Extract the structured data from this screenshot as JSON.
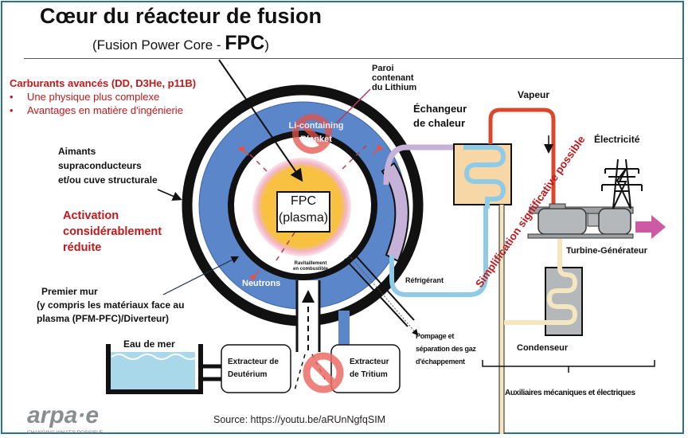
{
  "header": {
    "title": "Cœur du réacteur de fusion",
    "subtitle_prefix": "(Fusion Power Core - ",
    "subtitle_acronym": "FPC",
    "subtitle_suffix": ")"
  },
  "left_notes": {
    "fuels_heading": "Carburants avancés (DD, D3He, p11B)",
    "fuels_bullets": [
      "Une physique plus complexe",
      "Avantages en matière d'ingénierie"
    ],
    "magnets_label": [
      "Aimants",
      "supraconducteurs",
      "et/ou cuve structurale"
    ],
    "activation_label": [
      "Activation",
      "considérablement",
      "réduite"
    ],
    "first_wall_label": [
      "Premier mur",
      "(y compris les matériaux face au",
      "plasma (PFM-PFC)/Diverteur)"
    ]
  },
  "core": {
    "plasma_label_line1": "FPC",
    "plasma_label_line2": "(plasma)",
    "blanket_label_line1": "Li-containing",
    "blanket_label_line2": "Blanket",
    "neutrons_label": "Neutrons",
    "refuel_label_line1": "Ravitaillement",
    "refuel_label_line2": "en combustible",
    "lithium_wall_label": [
      "Paroi",
      "contenant",
      "du Lithium"
    ]
  },
  "plant": {
    "heat_exchanger_label": [
      "Échangeur",
      "de chaleur"
    ],
    "steam_label": "Vapeur",
    "electricity_label": "Électricité",
    "turbine_label": "Turbine-Générateur",
    "coolant_label": "Réfrigérant",
    "condenser_label": "Condenseur",
    "simplification_label": "Simplification significative possible",
    "auxiliaries_label": "Auxiliaires mécaniques et électriques"
  },
  "bottom": {
    "seawater_label": "Eau de mer",
    "deuterium_extractor": [
      "Extracteur de",
      "Deutérium"
    ],
    "tritium_extractor": [
      "Extracteur",
      "de Tritium"
    ],
    "exhaust_label": [
      "Pompage et",
      "séparation des gaz",
      "d'échappement"
    ],
    "source": "Source: https://youtu.be/aRUnNgfqSIM"
  },
  "logo": {
    "name": "arpa·e",
    "tagline": "CHANGING WHAT'S POSSIBLE"
  },
  "colors": {
    "accent_red": "#c0191c",
    "blanket_blue": "#5b86c9",
    "plasma_yellow": "#f8c141",
    "plasma_pink": "#f2b6c6",
    "coolant_blue": "#8fcbe6",
    "steam_red": "#d9482b",
    "output_magenta": "#cc5aa4",
    "frame_blue": "#2e6f95",
    "prohibit_red": "#ec6e68"
  }
}
